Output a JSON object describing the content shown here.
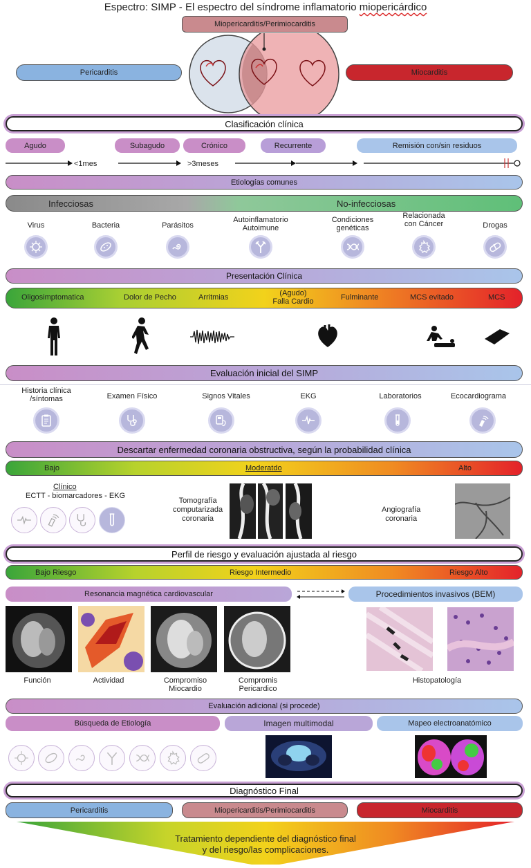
{
  "title": {
    "prefix": "Espectro: SIMP - El espectro del síndrome inflamatorio ",
    "highlight": "miopericárdico"
  },
  "venn": {
    "top_label": "Miopericarditis/Perimiocarditis",
    "left_label": "Pericarditis",
    "right_label": "Miocarditis"
  },
  "clasificacion": {
    "header": "Clasificación clínica",
    "stages": [
      "Agudo",
      "Subagudo",
      "Crónico",
      "Recurrente",
      "Remisión con/sin residuos"
    ],
    "timeline": [
      "<1mes",
      ">3meses"
    ]
  },
  "etiologia": {
    "header": "Etiologías comunes",
    "bar_left": "Infecciosas",
    "bar_right": "No-infecciosas",
    "items": [
      {
        "label": "Virus",
        "icon": "virus-icon"
      },
      {
        "label": "Bacteria",
        "icon": "bacteria-icon"
      },
      {
        "label": "Parásitos",
        "icon": "parasite-icon"
      },
      {
        "label": "Autoinflamatorio\nAutoimune",
        "icon": "antibody-icon"
      },
      {
        "label": "Condiciones\ngenéticas",
        "icon": "dna-icon"
      },
      {
        "label": "Relacionada\ncon Cáncer",
        "icon": "cancer-cell-icon"
      },
      {
        "label": "Drogas",
        "icon": "pill-icon"
      }
    ]
  },
  "presentacion": {
    "header": "Presentación Clínica",
    "levels": [
      "Oligosimptomatica",
      "Dolor de Pecho",
      "Arritmias",
      "(Agudo)\nFalla Cardio",
      "Fulminante",
      "MCS evitado",
      "MCS"
    ],
    "colors": {
      "start": "#3aa53a",
      "mid": "#f2d21b",
      "end": "#e4222a"
    }
  },
  "evaluacion": {
    "header": "Evaluación inicial del SIMP",
    "items": [
      {
        "label": "Historia clínica\n/síntomas",
        "icon": "clipboard-icon"
      },
      {
        "label": "Examen Físico",
        "icon": "stethoscope-icon"
      },
      {
        "label": "Signos Vitales",
        "icon": "blood-pressure-icon"
      },
      {
        "label": "EKG",
        "icon": "ecg-icon"
      },
      {
        "label": "Laboratorios",
        "icon": "test-tube-icon"
      },
      {
        "label": "Ecocardiograma",
        "icon": "ultrasound-probe-icon"
      }
    ]
  },
  "coronaria": {
    "header": "Descartar enfermedad coronaria obstructiva, según la probabilidad clínica",
    "levels": [
      "Bajo",
      "Moderatdo",
      "Alto"
    ],
    "clinico_title": "Clínico",
    "clinico_sub": "ECTT - biomarcadores - EKG",
    "ct_label": "Tomografía\ncomputarizada\ncoronaria",
    "angio_label": "Angiografía\ncoronaria"
  },
  "riesgo": {
    "header": "Perfil de riesgo y evaluación ajustada al riesgo",
    "levels": [
      "Bajo Riesgo",
      "Riesgo Intermedio",
      "Riesgo Alto"
    ],
    "rm_label": "Resonancia magnética cardiovascular",
    "invasive_label": "Procedimientos invasivos (BEM)",
    "rm_images": [
      "Función",
      "Actividad",
      "Compromiso\nMiocardio",
      "Compromis\nPericardico"
    ],
    "histo_label": "Histopatología"
  },
  "adicional": {
    "header": "Evaluación adicional (si procede)",
    "tabs": [
      "Búsqueda de Etiología",
      "Imagen multimodal",
      "Mapeo electroanatómico"
    ]
  },
  "final": {
    "header": "Diagnóstico Final",
    "options": [
      "Pericarditis",
      "Miopericarditis/Perimiocarditis",
      "Miocarditis"
    ],
    "treatment": "Tratamiento dependiente del diagnóstico final\ny del riesgo/las complicaciones."
  }
}
